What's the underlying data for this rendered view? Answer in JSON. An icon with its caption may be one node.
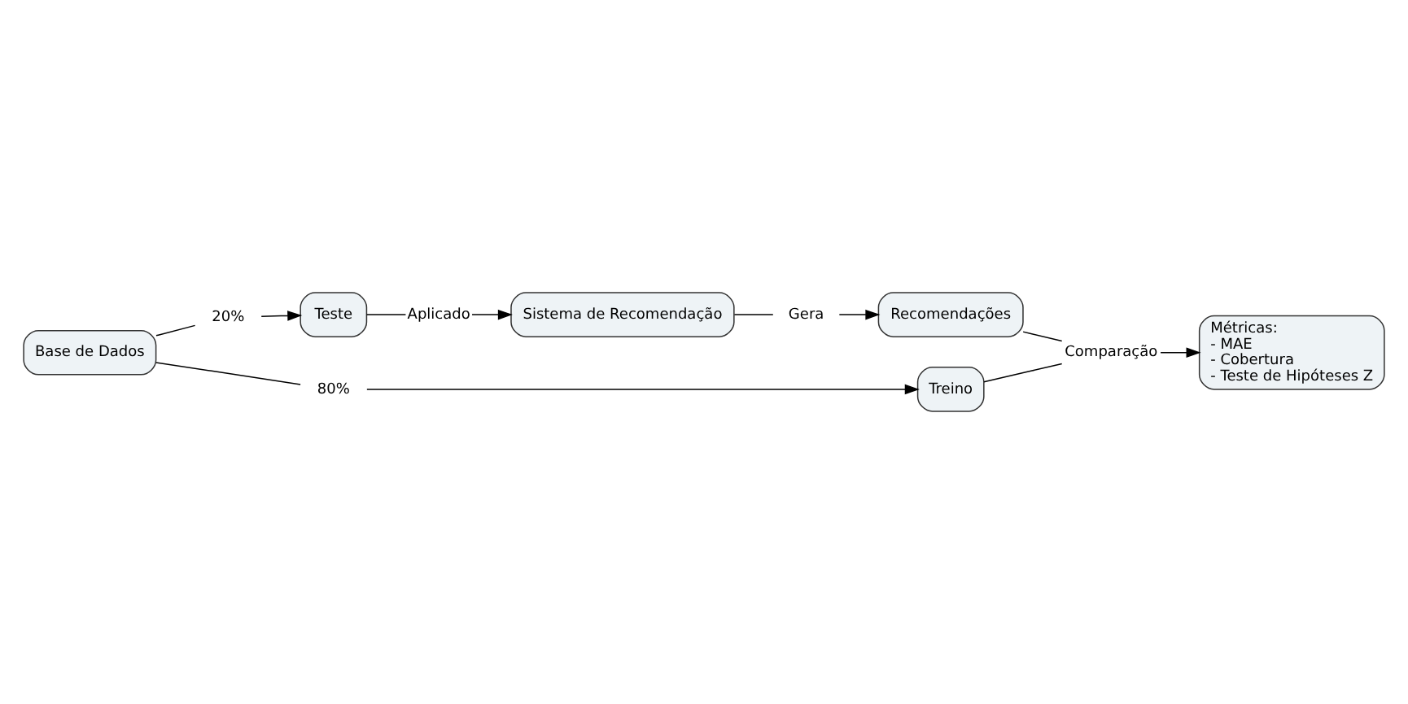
{
  "diagram": {
    "nodes": [
      {
        "text": [
          "Base de Dados"
        ]
      },
      {
        "text": [
          "20%"
        ]
      },
      {
        "text": [
          "Teste"
        ]
      },
      {
        "text": [
          "Aplicado"
        ]
      },
      {
        "text": [
          "Sistema de Recomendação"
        ]
      },
      {
        "text": [
          "Gera"
        ]
      },
      {
        "text": [
          "80%"
        ]
      },
      {
        "text": [
          "Treino"
        ]
      },
      {
        "text": [
          "Recomendações"
        ]
      },
      {
        "text": [
          "Comparação"
        ]
      },
      {
        "text": [
          "Métricas:",
          "- MAE",
          "- Cobertura",
          "- Teste de Hipóteses Z"
        ]
      }
    ],
    "edges": [
      {
        "from": 0,
        "to": 1,
        "arrow": "none"
      },
      {
        "from": 1,
        "to": 2,
        "arrow": "to"
      },
      {
        "from": 2,
        "to": 3,
        "arrow": "none"
      },
      {
        "from": 3,
        "to": 4,
        "arrow": "to"
      },
      {
        "from": 4,
        "to": 5,
        "arrow": "none"
      },
      {
        "from": 5,
        "to": 8,
        "arrow": "to"
      },
      {
        "from": 0,
        "to": 6,
        "arrow": "none"
      },
      {
        "from": 6,
        "to": 7,
        "arrow": "to"
      },
      {
        "from": 7,
        "to": 9,
        "arrow": "none"
      },
      {
        "from": 8,
        "to": 9,
        "arrow": "none"
      },
      {
        "from": 9,
        "to": 10,
        "arrow": "to"
      }
    ]
  }
}
